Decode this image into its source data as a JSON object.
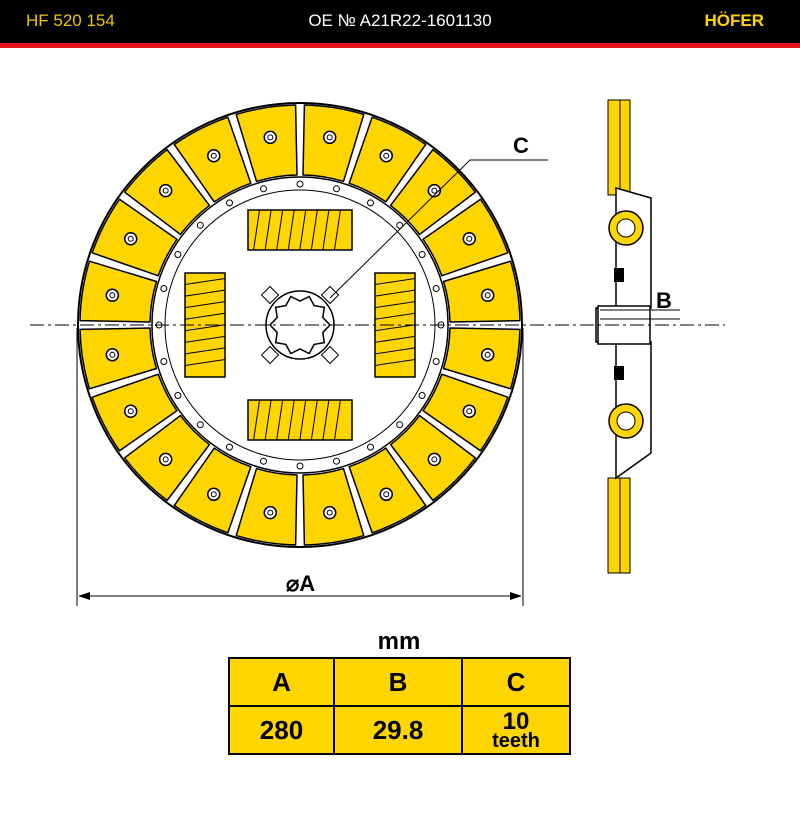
{
  "header": {
    "part_number": "HF 520 154",
    "oe_number": "OE № A21R22-1601130",
    "brand": "HÖFER"
  },
  "drawing": {
    "label_c": "C",
    "label_b": "B",
    "label_a": "⌀A",
    "friction_pad_count": 20,
    "spline_teeth": 10
  },
  "table": {
    "unit": "mm",
    "headers": [
      "A",
      "B",
      "C"
    ],
    "values": [
      "280",
      "29.8",
      "10"
    ],
    "c_suffix": "teeth"
  },
  "colors": {
    "yellow": "#ffd500",
    "red": "#e3141b",
    "header_bg": "#000000"
  }
}
